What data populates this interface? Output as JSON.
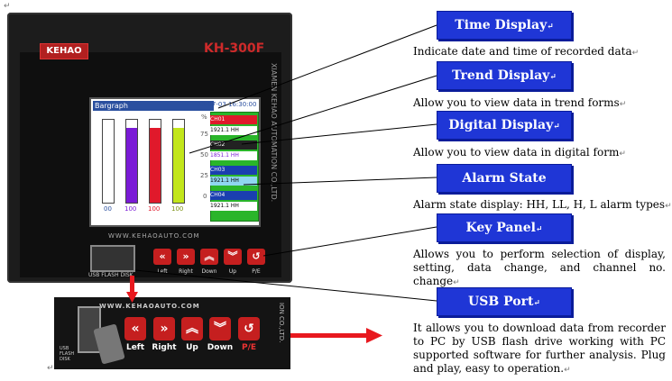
{
  "device": {
    "brand": "KEHAO",
    "model": "KH-300F",
    "side_text": "XIAMEN KEHAO AUTOMATION CO.,LTD.",
    "screen_title": "Bargraph",
    "screen_time": "11-07-03 16:30:00",
    "scale_top": "%",
    "scale": [
      "75",
      "50",
      "25",
      "0"
    ],
    "bars": [
      {
        "label": "00",
        "level": 0.9,
        "color": "#ffffff"
      },
      {
        "label": "100",
        "level": 0.9,
        "color": "#7a1bd6"
      },
      {
        "label": "100",
        "level": 0.9,
        "color": "#e0192b"
      },
      {
        "label": "100",
        "level": 0.9,
        "color": "#c2e61b"
      }
    ],
    "channels": [
      {
        "id": "CH01",
        "value": "1921.1",
        "alarm": "HH"
      },
      {
        "id": "CH02",
        "value": "1851.1",
        "alarm": "HH"
      },
      {
        "id": "CH03",
        "value": "1921.1",
        "alarm": "HH"
      },
      {
        "id": "CH04",
        "value": "1921.1",
        "alarm": "HH"
      }
    ],
    "website": "WWW.KEHAOAUTO.COM",
    "usb_label": "USB FLASH DISK",
    "keys": [
      {
        "symbol": "«",
        "label": "Left"
      },
      {
        "symbol": "»",
        "label": "Right"
      },
      {
        "symbol": "︽",
        "label": "Down"
      },
      {
        "symbol": "︾",
        "label": "Up"
      },
      {
        "symbol": "↺",
        "label": "P/E"
      }
    ]
  },
  "zoom_panel": {
    "website": "WWW.KEHAOAUTO.COM",
    "side_text": "ION CO.,LTD.",
    "usb_label": "USB FLASH DISK",
    "keys": [
      {
        "symbol": "«",
        "label": "Left"
      },
      {
        "symbol": "»",
        "label": "Right"
      },
      {
        "symbol": "︽",
        "label": "Up"
      },
      {
        "symbol": "︾",
        "label": "Down"
      },
      {
        "symbol": "↺",
        "label": "P/E"
      }
    ]
  },
  "features": [
    {
      "title": "Time Display",
      "desc": "Indicate date and time of recorded data"
    },
    {
      "title": "Trend Display",
      "desc": "Allow you to view data in trend forms"
    },
    {
      "title": "Digital Display",
      "desc": "Allow you to view data in digital form"
    },
    {
      "title": "Alarm State Display",
      "desc": "Alarm state display: HH, LL, H, L alarm types"
    },
    {
      "title": "Key Panel",
      "desc": "Allows you to perform selection of display, setting, data change, and channel no. change"
    },
    {
      "title": "USB Port",
      "desc": "It allows you to download data from recorder to PC by USB flash drive working with PC supported software for further analysis. Plug and play, easy to operation."
    }
  ],
  "colors": {
    "label_blue": "#1f36d6",
    "key_red": "#c51f1f",
    "arrow_red": "#e8191f"
  }
}
